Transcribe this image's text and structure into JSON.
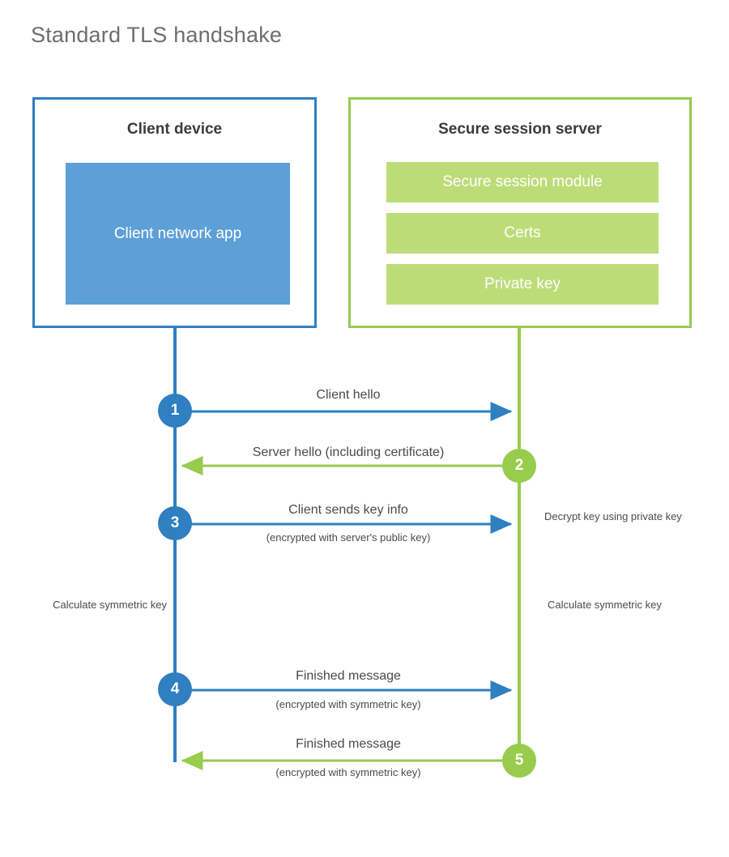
{
  "page": {
    "title": "Standard TLS handshake"
  },
  "client": {
    "box_title": "Client device",
    "app_label": "Client network app",
    "border_color": "#2f7fc1",
    "app_fill_color": "#5d9fd7"
  },
  "server": {
    "box_title": "Secure session server",
    "border_color": "#97cc4d",
    "bar_fill_color": "#bcdc78",
    "bars": [
      {
        "label": "Secure session module"
      },
      {
        "label": "Certs"
      },
      {
        "label": "Private key"
      }
    ]
  },
  "steps": [
    {
      "number": "1",
      "label": "Client hello",
      "sublabel": "",
      "direction": "client-to-server",
      "color": "#2f7fc1"
    },
    {
      "number": "2",
      "label": "Server hello (including certificate)",
      "sublabel": "",
      "direction": "server-to-client",
      "color": "#97cc4d"
    },
    {
      "number": "3",
      "label": "Client sends key info",
      "sublabel": "(encrypted with server's public key)",
      "direction": "client-to-server",
      "color": "#2f7fc1"
    },
    {
      "number": "4",
      "label": "Finished message",
      "sublabel": "(encrypted with symmetric key)",
      "direction": "client-to-server",
      "color": "#2f7fc1"
    },
    {
      "number": "5",
      "label": "Finished message",
      "sublabel": "(encrypted with symmetric key)",
      "direction": "server-to-client",
      "color": "#97cc4d"
    }
  ],
  "notes": {
    "decrypt_key": "Decrypt key using private key",
    "calculate_symmetric_key_client": "Calculate symmetric key",
    "calculate_symmetric_key_server": "Calculate symmetric key"
  },
  "colors": {
    "title_text": "#6e6e6e",
    "body_text": "#4a4a4a",
    "heading_text": "#3b3b3b",
    "client_blue": "#2f7fc1",
    "client_app_blue": "#5d9fd7",
    "server_green": "#97cc4d",
    "server_bar_green": "#bcdc78",
    "background": "#ffffff"
  }
}
